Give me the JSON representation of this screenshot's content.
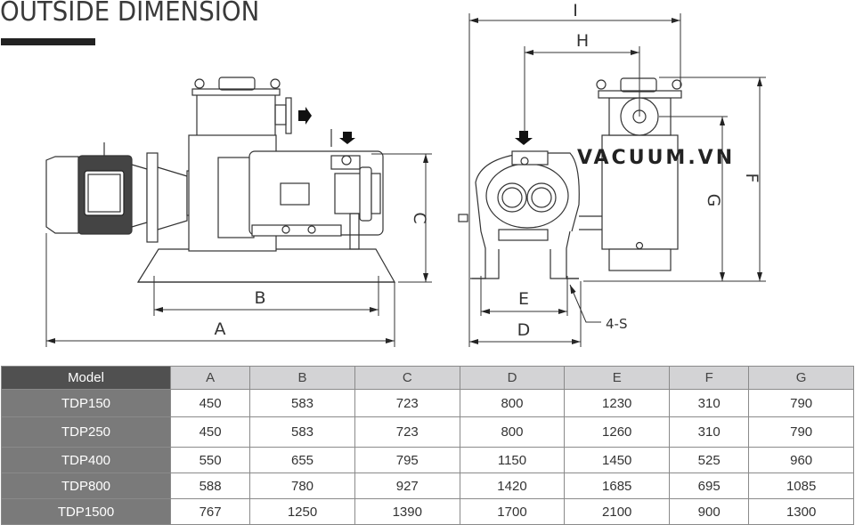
{
  "page": {
    "title": "OUTSIDE DIMENSION",
    "watermark": "VACUUM.VN"
  },
  "drawing": {
    "side_view_labels": {
      "A": "A",
      "B": "B",
      "C": "C"
    },
    "end_view_labels": {
      "I": "I",
      "H": "H",
      "F": "F",
      "G": "G",
      "D": "D",
      "E": "E",
      "holes": "4-S"
    }
  },
  "table": {
    "headers": [
      "Model",
      "A",
      "B",
      "C",
      "D",
      "E",
      "F",
      "G"
    ],
    "rows": [
      {
        "model": "TDP150",
        "values": [
          "450",
          "583",
          "723",
          "800",
          "1230",
          "310",
          "790"
        ]
      },
      {
        "model": "TDP250",
        "values": [
          "450",
          "583",
          "723",
          "800",
          "1260",
          "310",
          "790"
        ]
      },
      {
        "model": "TDP400",
        "values": [
          "550",
          "655",
          "795",
          "1150",
          "1450",
          "525",
          "960"
        ]
      },
      {
        "model": "TDP800",
        "values": [
          "588",
          "780",
          "927",
          "1420",
          "1685",
          "695",
          "1085"
        ]
      },
      {
        "model": "TDP1500",
        "values": [
          "767",
          "1250",
          "1390",
          "1700",
          "2100",
          "900",
          "1300"
        ]
      }
    ]
  }
}
